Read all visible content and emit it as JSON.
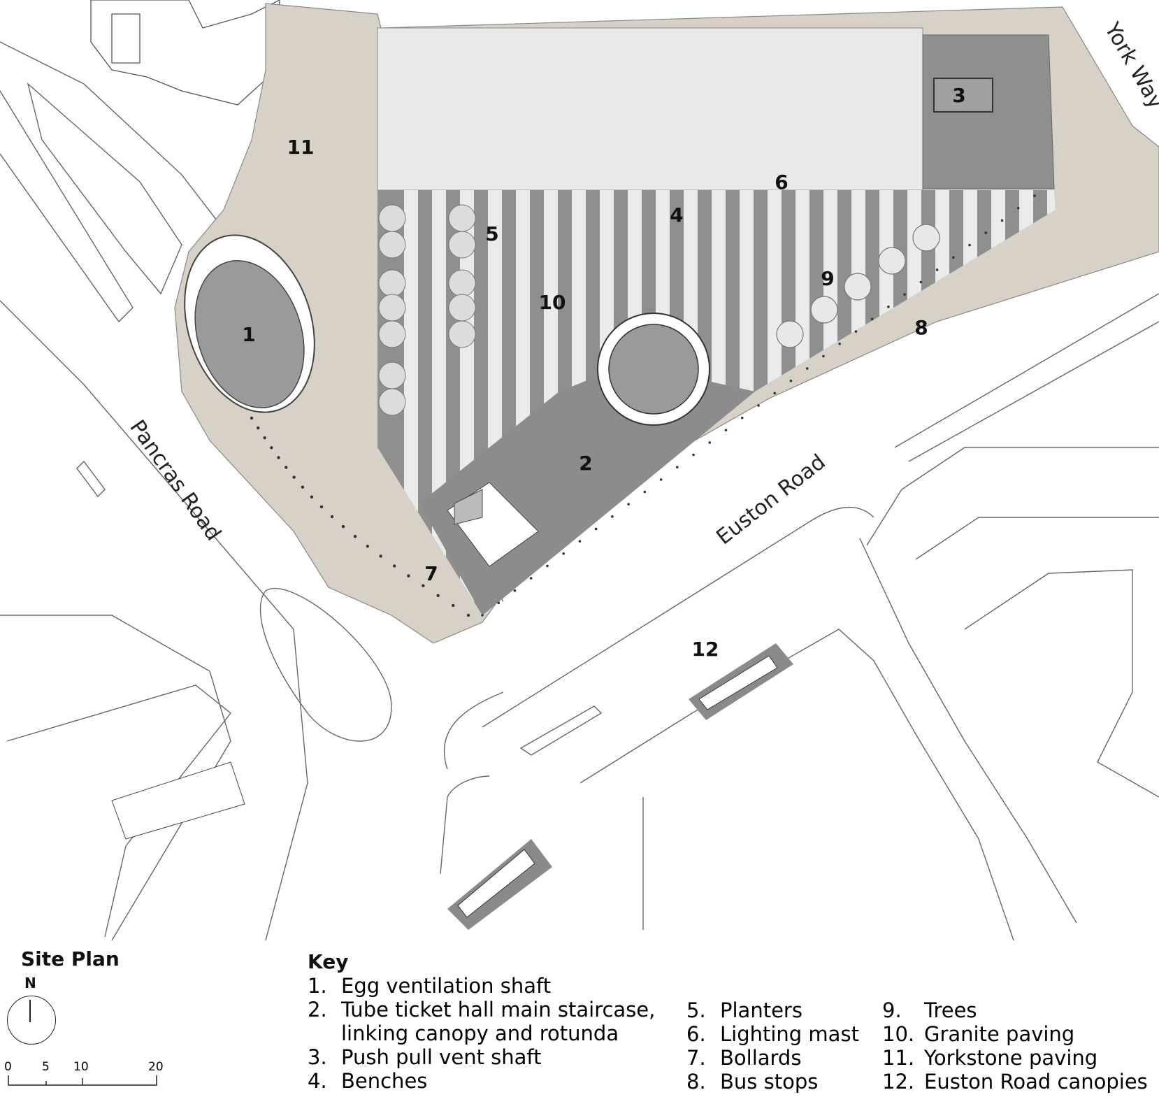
{
  "roads": {
    "york_way": "York Way",
    "pancras_road": "Pancras Road",
    "euston_road": "Euston Road"
  },
  "markers": [
    "1",
    "2",
    "3",
    "4",
    "5",
    "6",
    "7",
    "8",
    "9",
    "10",
    "11",
    "12"
  ],
  "title": "Site Plan",
  "north": "N",
  "scale": [
    "0",
    "5",
    "10",
    "20"
  ],
  "key": {
    "heading": "Key",
    "items": [
      {
        "n": "1.",
        "label": "Egg ventilation shaft"
      },
      {
        "n": "2.",
        "label": "Tube ticket hall main staircase,"
      },
      {
        "n": "",
        "label": "linking canopy and rotunda"
      },
      {
        "n": "3.",
        "label": "Push pull vent shaft"
      },
      {
        "n": "4.",
        "label": "Benches"
      },
      {
        "n": "5.",
        "label": "Planters"
      },
      {
        "n": "6.",
        "label": "Lighting mast"
      },
      {
        "n": "7.",
        "label": "Bollards"
      },
      {
        "n": "8.",
        "label": "Bus stops"
      },
      {
        "n": "9.",
        "label": "Trees"
      },
      {
        "n": "10.",
        "label": "Granite paving"
      },
      {
        "n": "11.",
        "label": "Yorkstone paving"
      },
      {
        "n": "12.",
        "label": "Euston Road canopies"
      }
    ]
  },
  "colors": {
    "yorkstone": "#d8d1c8",
    "granite_dark": "#8f8f8f",
    "granite_light": "#ebebeb",
    "hall": "#e9e9e9",
    "line": "#777777"
  }
}
